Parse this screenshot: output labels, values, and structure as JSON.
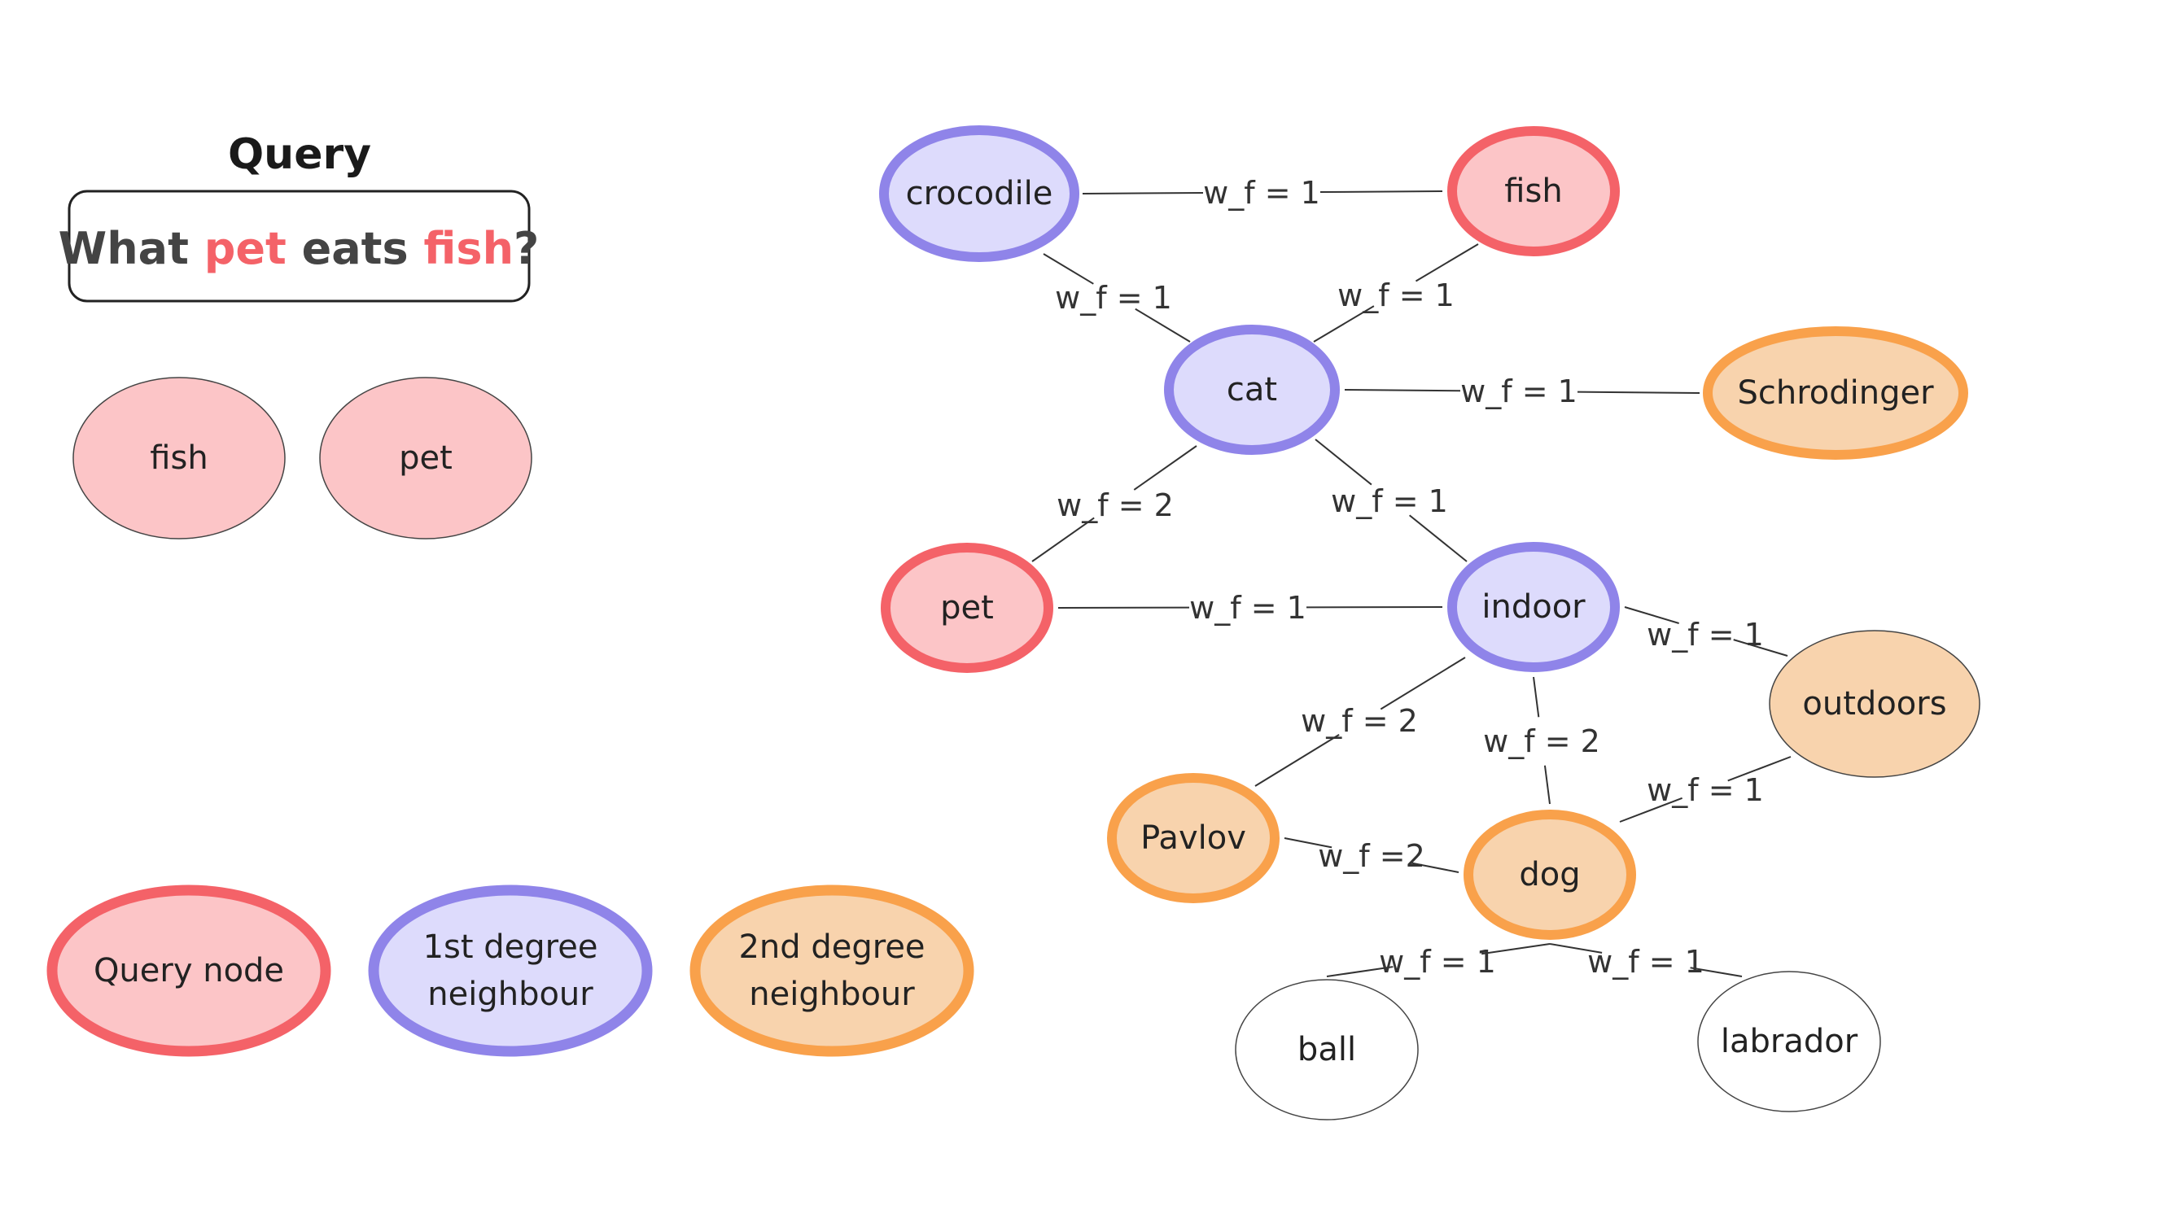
{
  "colors": {
    "query_fill": "#fcc5c7",
    "query_stroke": "#f46268",
    "first_fill": "#dddbfc",
    "first_stroke": "#8f84e9",
    "second_fill": "#f8d3ad",
    "second_stroke": "#f9a14b",
    "plain_fill": "#ffffff",
    "plain_stroke": "#444444",
    "highlight_text": "#f46268",
    "edge": "#333333"
  },
  "query": {
    "title": "Query",
    "parts": [
      {
        "text": "What ",
        "highlight": false
      },
      {
        "text": "pet",
        "highlight": true
      },
      {
        "text": " eats ",
        "highlight": false
      },
      {
        "text": "fish",
        "highlight": true
      },
      {
        "text": "?",
        "highlight": false
      }
    ],
    "tokens": [
      "fish",
      "pet"
    ]
  },
  "legend": [
    {
      "kind": "query",
      "lines": [
        "Query node"
      ]
    },
    {
      "kind": "first",
      "lines": [
        "1st degree",
        "neighbour"
      ]
    },
    {
      "kind": "second",
      "lines": [
        "2nd degree",
        "neighbour"
      ]
    }
  ],
  "graph": {
    "nodes": [
      {
        "id": "crocodile",
        "label": "crocodile",
        "kind": "first"
      },
      {
        "id": "fish",
        "label": "fish",
        "kind": "query"
      },
      {
        "id": "cat",
        "label": "cat",
        "kind": "first"
      },
      {
        "id": "schrodinger",
        "label": "Schrodinger",
        "kind": "second"
      },
      {
        "id": "pet",
        "label": "pet",
        "kind": "query"
      },
      {
        "id": "indoor",
        "label": "indoor",
        "kind": "first"
      },
      {
        "id": "outdoors",
        "label": "outdoors",
        "kind": "second_thin"
      },
      {
        "id": "pavlov",
        "label": "Pavlov",
        "kind": "second"
      },
      {
        "id": "dog",
        "label": "dog",
        "kind": "second"
      },
      {
        "id": "ball",
        "label": "ball",
        "kind": "plain"
      },
      {
        "id": "labrador",
        "label": "labrador",
        "kind": "plain"
      }
    ],
    "edges": [
      {
        "id": "crocodile-fish",
        "label": "w_f = 1"
      },
      {
        "id": "crocodile-cat",
        "label": "w_f = 1"
      },
      {
        "id": "fish-cat",
        "label": "w_f = 1"
      },
      {
        "id": "cat-schrodinger",
        "label": "w_f = 1"
      },
      {
        "id": "cat-pet",
        "label": "w_f = 2"
      },
      {
        "id": "cat-indoor",
        "label": "w_f = 1"
      },
      {
        "id": "pet-indoor",
        "label": "w_f = 1"
      },
      {
        "id": "indoor-outdoors",
        "label": "w_f = 1"
      },
      {
        "id": "indoor-pavlov",
        "label": "w_f = 2"
      },
      {
        "id": "indoor-dog",
        "label": "w_f = 2"
      },
      {
        "id": "outdoors-dog",
        "label": "w_f = 1"
      },
      {
        "id": "pavlov-dog",
        "label": "w_f =2"
      },
      {
        "id": "dog-ball",
        "label": "w_f = 1"
      },
      {
        "id": "dog-labrador",
        "label": "w_f = 1"
      }
    ]
  }
}
